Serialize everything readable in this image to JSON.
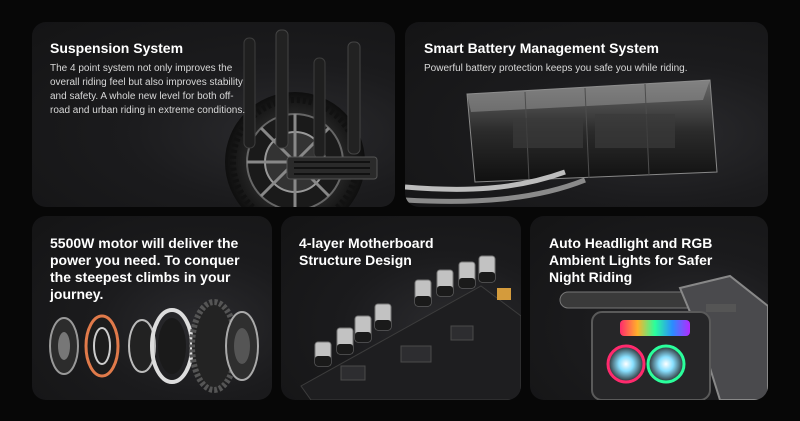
{
  "cards": [
    {
      "title": "Suspension System",
      "description": "The 4 point system not only improves the overall riding feel but also improves stability and safety. A whole new level for both off-road and urban riding in extreme conditions.",
      "image": "suspension-wheel-image"
    },
    {
      "title": "Smart Battery Management System",
      "description": "Powerful battery protection keeps you safe you while riding.",
      "image": "battery-pack-image"
    },
    {
      "title": "5500W motor will deliver the power you need. To conquer the steepest climbs in your journey.",
      "image": "motor-exploded-image"
    },
    {
      "title": "4-layer Motherboard Structure Design",
      "image": "motherboard-image"
    },
    {
      "title": "Auto Headlight and RGB Ambient Lights for Safer Night Riding",
      "image": "headlight-rgb-image"
    }
  ],
  "colors": {
    "background": "#070707",
    "card": "#1b1b1d",
    "text": "#ffffff",
    "rgb_accent_1": "#ff2a6d",
    "rgb_accent_2": "#2aff9c",
    "rgb_accent_3": "#2a8cff"
  }
}
